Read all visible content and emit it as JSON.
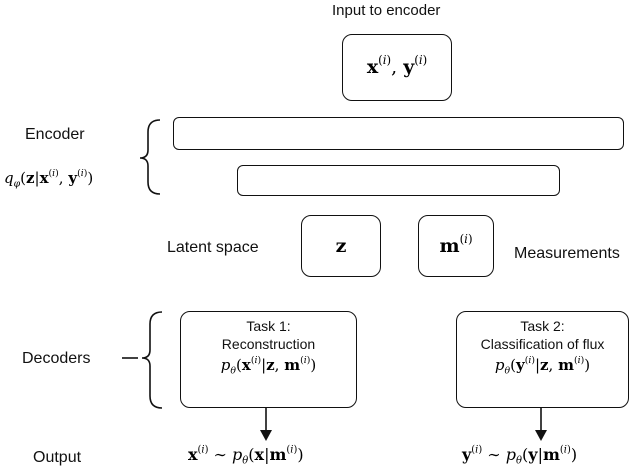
{
  "labels": {
    "input_title": "Input to encoder",
    "encoder": "Encoder",
    "latent_space": "Latent space",
    "measurements": "Measurements",
    "decoders": "Decoders",
    "output": "Output"
  },
  "task1": {
    "line1": "Task 1:",
    "line2": "Reconstruction"
  },
  "task2": {
    "line1": "Task 2:",
    "line2": "Classification of flux"
  },
  "math": {
    "input_vars": "x(i), y(i)",
    "encoder_dist": "qφ(z|x(i), y(i))",
    "latent_z": "z",
    "measurement_m": "m(i)",
    "task1_dist": "pθ(x(i)|z, m(i))",
    "task2_dist": "pθ(y(i)|z, m(i))",
    "output1": "x(i) ∼ pθ(x|m(i))",
    "output2": "y(i) ∼ pθ(y|m(i))"
  }
}
